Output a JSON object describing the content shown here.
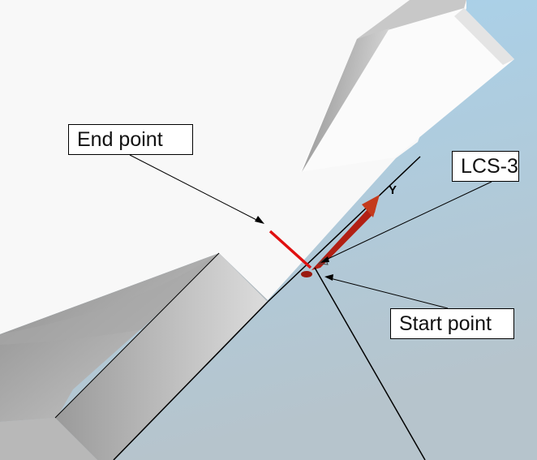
{
  "labels": {
    "end_point": "End point",
    "lcs": "LCS-3",
    "start_point": "Start point"
  },
  "axis": {
    "y_label": "Y"
  },
  "colors": {
    "background_top": "#a9d3ee",
    "background_bottom": "#b4c6d0",
    "part_face": "#f8f8f8",
    "part_shadow": "#8e8e8e",
    "path_red": "#e01010",
    "marker_dark_red": "#9a1a10"
  },
  "icons": [
    "arrow-head-icon",
    "coordinate-system-icon"
  ]
}
